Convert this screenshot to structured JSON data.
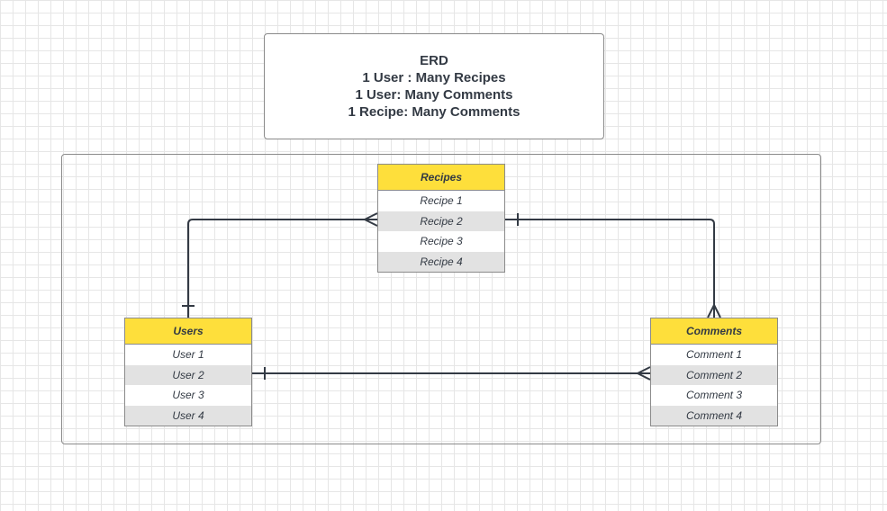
{
  "title_box": {
    "lines": [
      "ERD",
      "1 User : Many Recipes",
      "1 User: Many Comments",
      "1 Recipe: Many Comments"
    ]
  },
  "tables": {
    "recipes": {
      "header": "Recipes",
      "rows": [
        "Recipe 1",
        "Recipe 2",
        "Recipe 3",
        "Recipe 4"
      ]
    },
    "users": {
      "header": "Users",
      "rows": [
        "User 1",
        "User 2",
        "User 3",
        "User 4"
      ]
    },
    "comments": {
      "header": "Comments",
      "rows": [
        "Comment 1",
        "Comment 2",
        "Comment 3",
        "Comment 4"
      ]
    }
  },
  "relationships": [
    {
      "from": "Users",
      "from_cardinality": "one",
      "to": "Recipes",
      "to_cardinality": "many"
    },
    {
      "from": "Users",
      "from_cardinality": "one",
      "to": "Comments",
      "to_cardinality": "many"
    },
    {
      "from": "Recipes",
      "from_cardinality": "one",
      "to": "Comments",
      "to_cardinality": "many"
    }
  ],
  "colors": {
    "header_fill": "#fedf3b",
    "alt_row_fill": "#e2e2e2",
    "line": "#333a44",
    "border": "#8a8a8a"
  }
}
